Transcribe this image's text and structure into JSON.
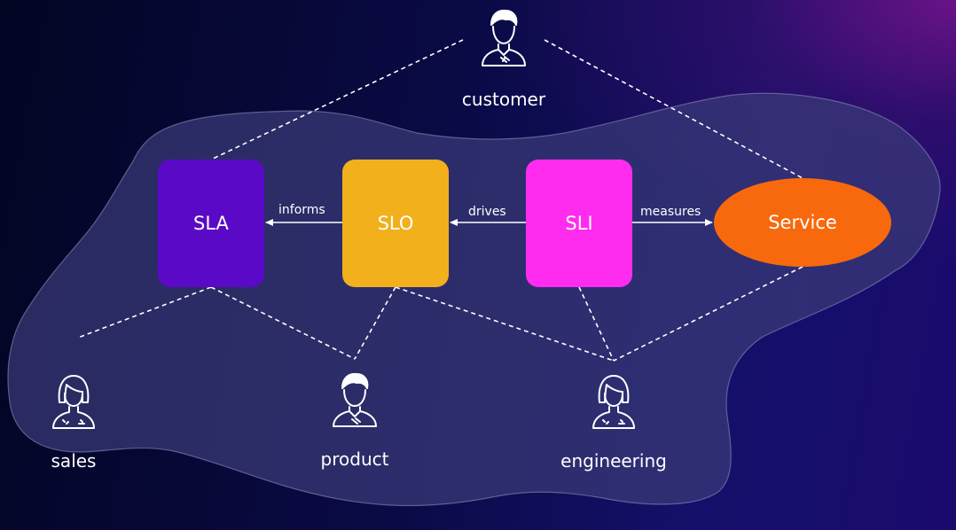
{
  "colors": {
    "sla": "#5a0ac6",
    "slo": "#f1b01c",
    "sli": "#ff2cf0",
    "service": "#f7690c",
    "region_fill": "#3a3a78",
    "lines": "#ffffff"
  },
  "nodes": {
    "sla": "SLA",
    "slo": "SLO",
    "sli": "SLI",
    "service": "Service"
  },
  "edges": {
    "informs": "informs",
    "drives": "drives",
    "measures": "measures"
  },
  "personas": {
    "customer": {
      "label": "customer",
      "icon": "male-user-icon"
    },
    "sales": {
      "label": "sales",
      "icon": "female-user-icon"
    },
    "product": {
      "label": "product",
      "icon": "male-user-icon"
    },
    "engineering": {
      "label": "engineering",
      "icon": "female-user-icon"
    }
  }
}
